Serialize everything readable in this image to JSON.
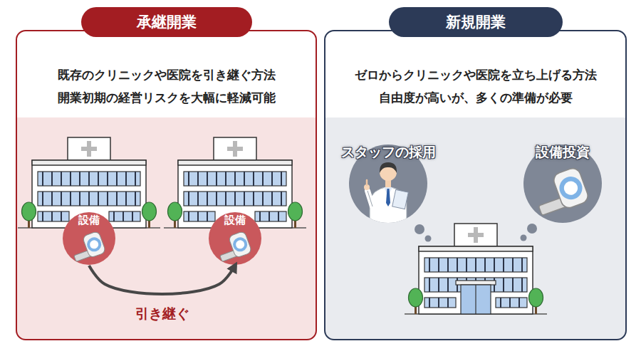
{
  "diagram": {
    "nodes": [
      {
        "text": [
          "承継開業",
          "既存のクリニックや医院を引き継ぐ方法 開業初期の経営リスクを大幅に軽減可能"
        ]
      },
      {
        "text": [
          "設備"
        ],
        "in": 0
      },
      {
        "text": [
          "設備"
        ],
        "in": 0
      },
      {
        "text": [
          "新規開業",
          "ゼロからクリニックや医院を立ち上げる方法 自由度が高いが、多くの準備が必要"
        ]
      },
      {
        "text": [
          "スタッフの採用"
        ],
        "in": 3
      },
      {
        "text": [
          "設備投資"
        ],
        "in": 3
      }
    ],
    "edges": [
      {
        "from": 1,
        "to": 2,
        "arrow": "to",
        "label": "引き継ぐ"
      }
    ]
  }
}
